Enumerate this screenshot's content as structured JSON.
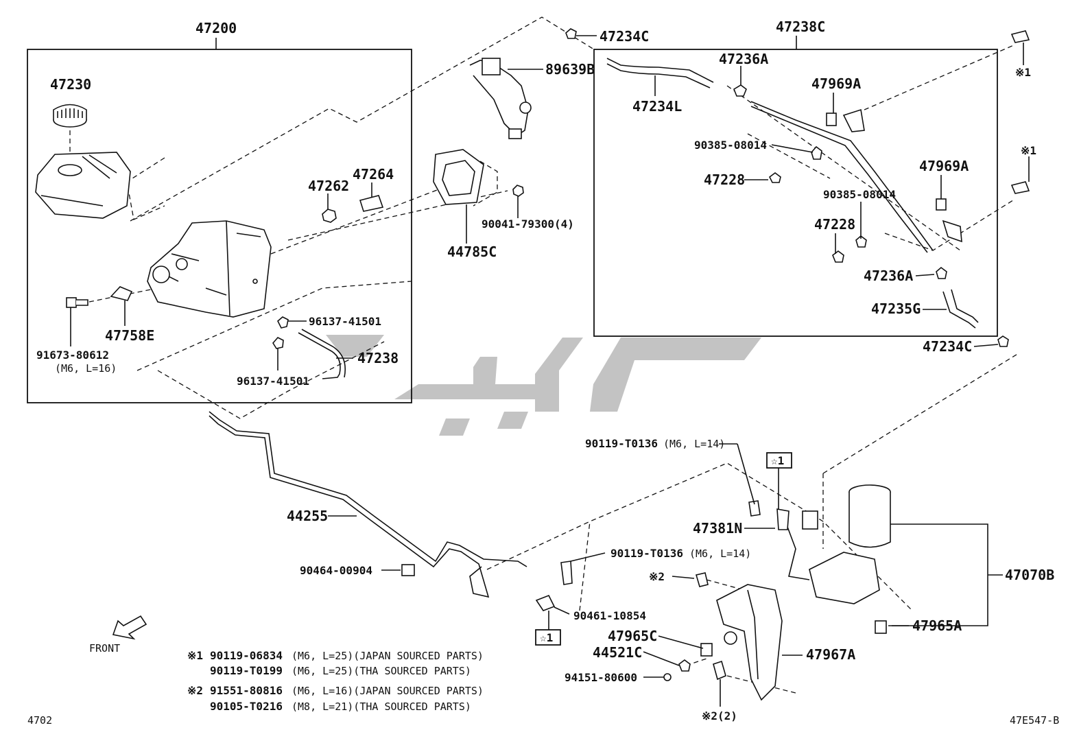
{
  "assembly_labels": {
    "a47200": "47200",
    "a47238C": "47238C",
    "a47230": "47230",
    "a47234C_top": "47234C",
    "a89639B": "89639B",
    "a47234L": "47234L",
    "a47236A_top": "47236A",
    "a47969A_top": "47969A",
    "a90385_top": "90385-08014",
    "a47228_top": "47228",
    "a47969A_mid": "47969A",
    "a90385_mid": "90385-08014",
    "a47228_mid": "47228",
    "a47236A_bot": "47236A",
    "a47235G": "47235G",
    "a47234C_bot": "47234C",
    "a47262": "47262",
    "a47264": "47264",
    "a90041": "90041-79300(4)",
    "a44785C": "44785C",
    "a96137_a": "96137-41501",
    "a47238": "47238",
    "a96137_b": "96137-41501",
    "a47758E": "47758E",
    "a91673": "91673-80612",
    "a91673_spec": "(M6, L=16)",
    "a90119_top": "90119-T0136",
    "a90119_top_spec": "(M6, L=14)",
    "a47381N": "47381N",
    "a44255": "44255",
    "a90464": "90464-00904",
    "a90119_mid": "90119-T0136",
    "a90119_mid_spec": "(M6, L=14)",
    "a90461": "90461-10854",
    "a47070B": "47070B",
    "a47965A": "47965A",
    "a47965C": "47965C",
    "a44521C": "44521C",
    "a94151": "94151-80600",
    "a47967A": "47967A",
    "mark1_a": "※1",
    "mark1_b": "※1",
    "mark2_a": "※2",
    "mark2_b": "※2(2)",
    "star1_a": "☆1",
    "star1_b": "☆1",
    "front": "FRONT"
  },
  "notes": {
    "n1_mark": "※1",
    "n1_line1_part": "90119-06834",
    "n1_line1_spec": "(M6, L=25)(JAPAN SOURCED PARTS)",
    "n1_line2_part": "90119-T0199",
    "n1_line2_spec": "(M6, L=25)(THA SOURCED PARTS)",
    "n2_mark": "※2",
    "n2_line1_part": "91551-80816",
    "n2_line1_spec": "(M6, L=16)(JAPAN SOURCED PARTS)",
    "n2_line2_part": "90105-T0216",
    "n2_line2_spec": "(M8, L=21)(THA SOURCED PARTS)"
  },
  "footer": {
    "page_code": "4702",
    "drawing_id": "47E547-B"
  },
  "icons": {
    "front_arrow": "front-arrow-icon",
    "watermark": "watermark-logo"
  }
}
